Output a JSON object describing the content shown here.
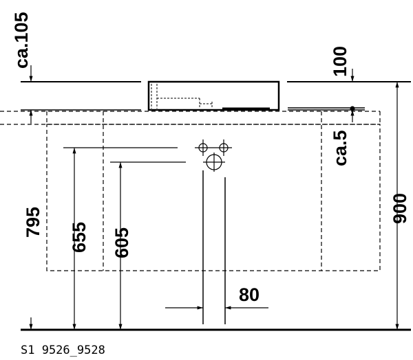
{
  "drawing": {
    "dimensions": {
      "top_clearance": "ca.105",
      "basin_height": "100",
      "gap": "ca.5",
      "outlet_height_left": "795",
      "supply_height_1": "655",
      "supply_height_2": "605",
      "overall_height": "900",
      "pipe_spacing": "80"
    },
    "caption": "S1 9526_9528"
  }
}
